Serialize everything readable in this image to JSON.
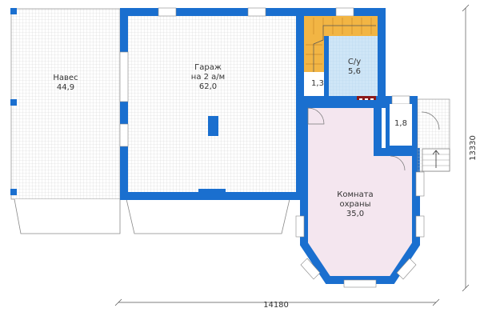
{
  "rooms": {
    "naves": {
      "name": "Навес",
      "area": "44,9"
    },
    "garage": {
      "name_line1": "Гараж",
      "name_line2": "на 2 а/м",
      "area": "62,0"
    },
    "wc": {
      "name": "С/у",
      "area": "5,6"
    },
    "hall": {
      "area": "1,3"
    },
    "vestibule": {
      "area": "1,8"
    },
    "guard": {
      "name_line1": "Комната",
      "name_line2": "охраны",
      "area": "35,0"
    }
  },
  "dimensions": {
    "width": "14180",
    "depth": "13330"
  },
  "colors": {
    "wall": "#1a6fcf",
    "grid": "#d8d8d8",
    "stairs": "#f2b544",
    "wc_floor": "#cfe6f7",
    "guard_floor": "#f4e6ef",
    "chimney": "#8b1a1a"
  }
}
